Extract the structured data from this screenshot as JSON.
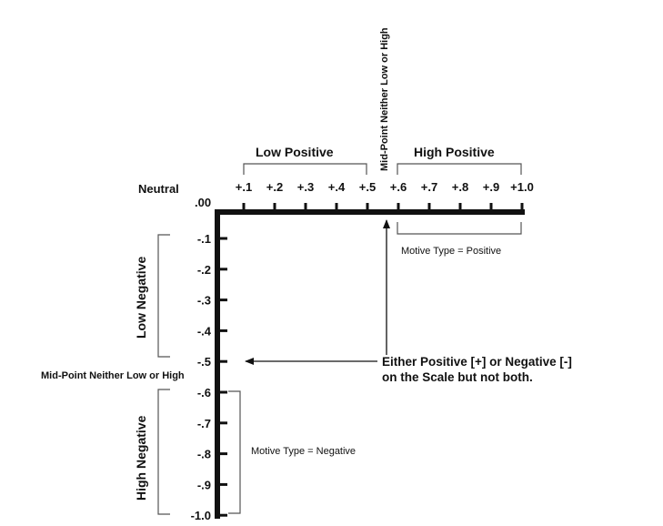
{
  "neutral_label": "Neutral",
  "origin_label": ".00",
  "positive_ticks": [
    "+.1",
    "+.2",
    "+.3",
    "+.4",
    "+.5",
    "+.6",
    "+.7",
    "+.8",
    "+.9",
    "+1.0"
  ],
  "negative_ticks": [
    "-.1",
    "-.2",
    "-.3",
    "-.4",
    "-.5",
    "-.6",
    "-.7",
    "-.8",
    "-.9",
    "-1.0"
  ],
  "low_positive_label": "Low Positive",
  "high_positive_label": "High Positive",
  "midpoint_vertical_label": "Mid-Point Neither Low or High",
  "midpoint_horizontal_label": "Mid-Point Neither Low or High",
  "low_negative_label": "Low Negative",
  "high_negative_label": "High Negative",
  "motive_positive_label": "Motive Type = Positive",
  "motive_negative_label": "Motive Type = Negative",
  "note_line1": "Either Positive [+] or Negative [-]",
  "note_line2": "on the Scale but not both."
}
